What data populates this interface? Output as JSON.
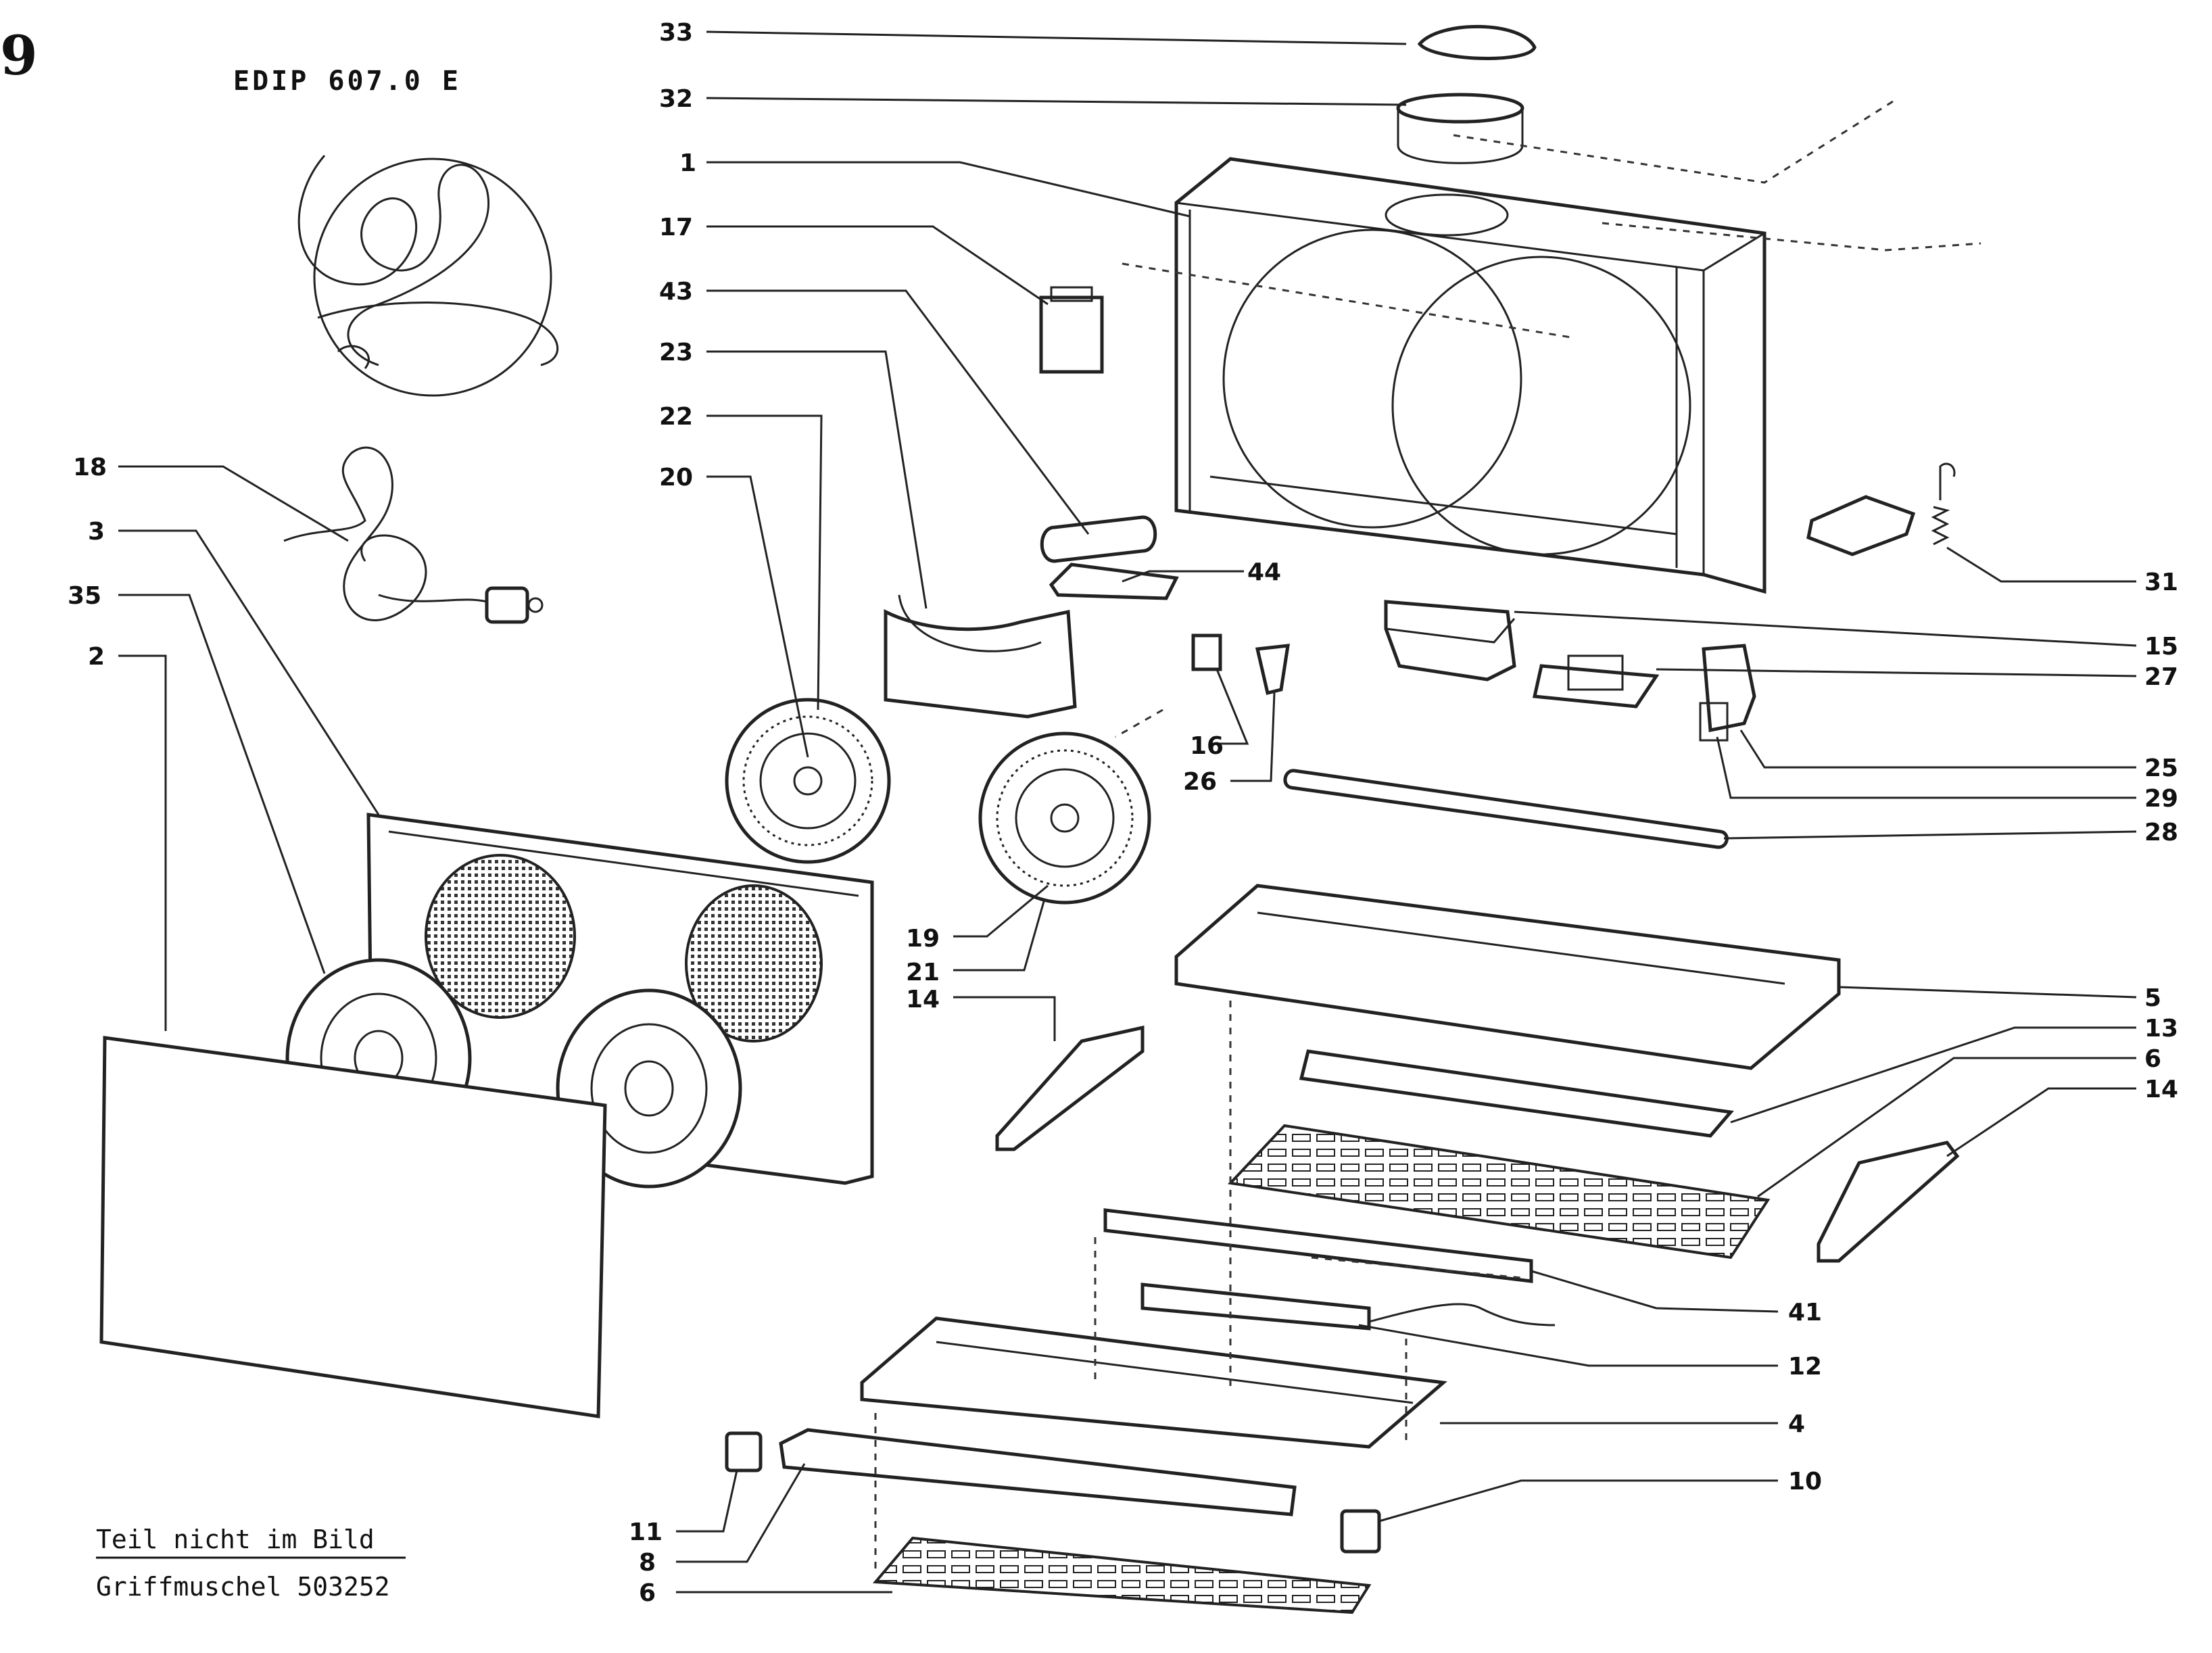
{
  "page_number": "9",
  "model": "EDIP 607.0 E",
  "note_heading": "Teil nicht im Bild",
  "note_text": "Griffmuschel 503252",
  "labels": {
    "l33": "33",
    "l32": "32",
    "l1": "1",
    "l17": "17",
    "l43": "43",
    "l23": "23",
    "l22": "22",
    "l20": "20",
    "l18": "18",
    "l3": "3",
    "l35": "35",
    "l2": "2",
    "l44": "44",
    "l16": "16",
    "l26": "26",
    "l19": "19",
    "l21": "21",
    "l14a": "14",
    "l31": "31",
    "l15": "15",
    "l27": "27",
    "l25": "25",
    "l29": "29",
    "l28": "28",
    "l5": "5",
    "l13": "13",
    "l6a": "6",
    "l14b": "14",
    "l41": "41",
    "l12": "12",
    "l4": "4",
    "l10": "10",
    "l11": "11",
    "l8": "8",
    "l6b": "6"
  }
}
